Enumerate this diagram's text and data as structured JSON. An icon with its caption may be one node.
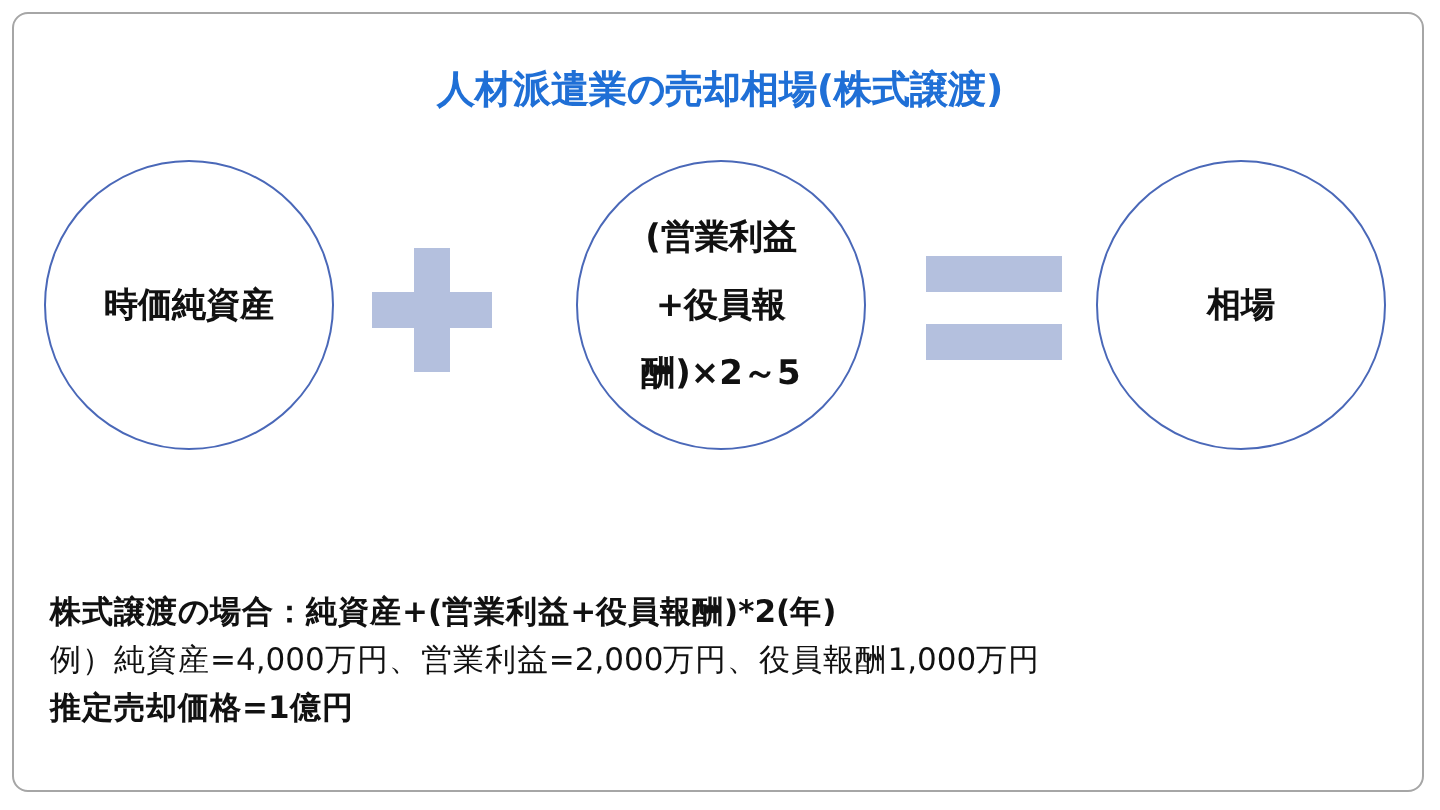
{
  "diagram": {
    "title": "人材派遣業の売却相場(株式譲渡)",
    "nodes": [
      {
        "text": [
          "時価純資産"
        ]
      },
      {
        "text": [
          "(営業利益+役員報酬)×2～5"
        ]
      },
      {
        "text": [
          "相場"
        ]
      }
    ],
    "labels": [
      "株式譲渡の場合：純資産+(営業利益+役員報酬)*2(年)",
      "例）純資産=4,000万円、営業利益=2,000万円、役員報酬1,000万円",
      "推定売却価格=1億円"
    ]
  }
}
